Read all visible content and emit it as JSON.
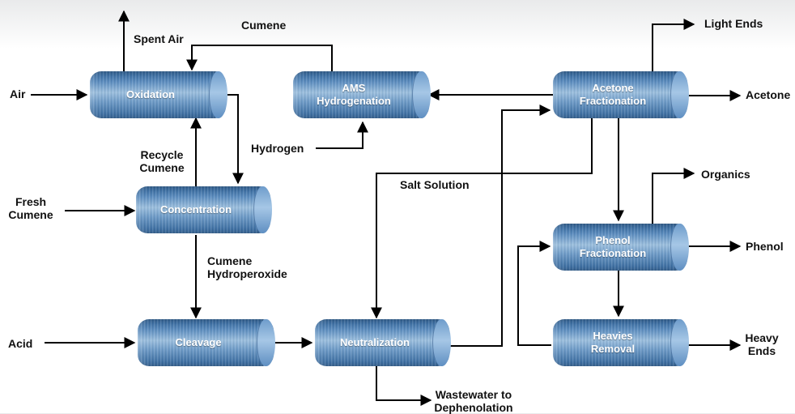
{
  "units": {
    "oxidation": "Oxidation",
    "ams_hydrogenation": "AMS Hydrogenation",
    "acetone_fractionation": "Acetone Fractionation",
    "concentration": "Concentration",
    "phenol_fractionation": "Phenol Fractionation",
    "cleavage": "Cleavage",
    "neutralization": "Neutralization",
    "heavies_removal": "Heavies Removal"
  },
  "streams": {
    "spent_air": "Spent Air",
    "cumene": "Cumene",
    "air": "Air",
    "recycle_cumene": "Recycle Cumene",
    "hydrogen": "Hydrogen",
    "fresh_cumene": "Fresh Cumene",
    "salt_solution": "Salt Solution",
    "cumene_hydroperoxide": "Cumene Hydroperoxide",
    "acid": "Acid",
    "wastewater": "Wastewater to Dephenolation",
    "light_ends": "Light Ends",
    "acetone": "Acetone",
    "organics": "Organics",
    "phenol": "Phenol",
    "heavy_ends": "Heavy Ends"
  },
  "colors": {
    "vessel_dark": "#2a5d92",
    "vessel_light": "#9cc0e0",
    "line": "#000000"
  }
}
